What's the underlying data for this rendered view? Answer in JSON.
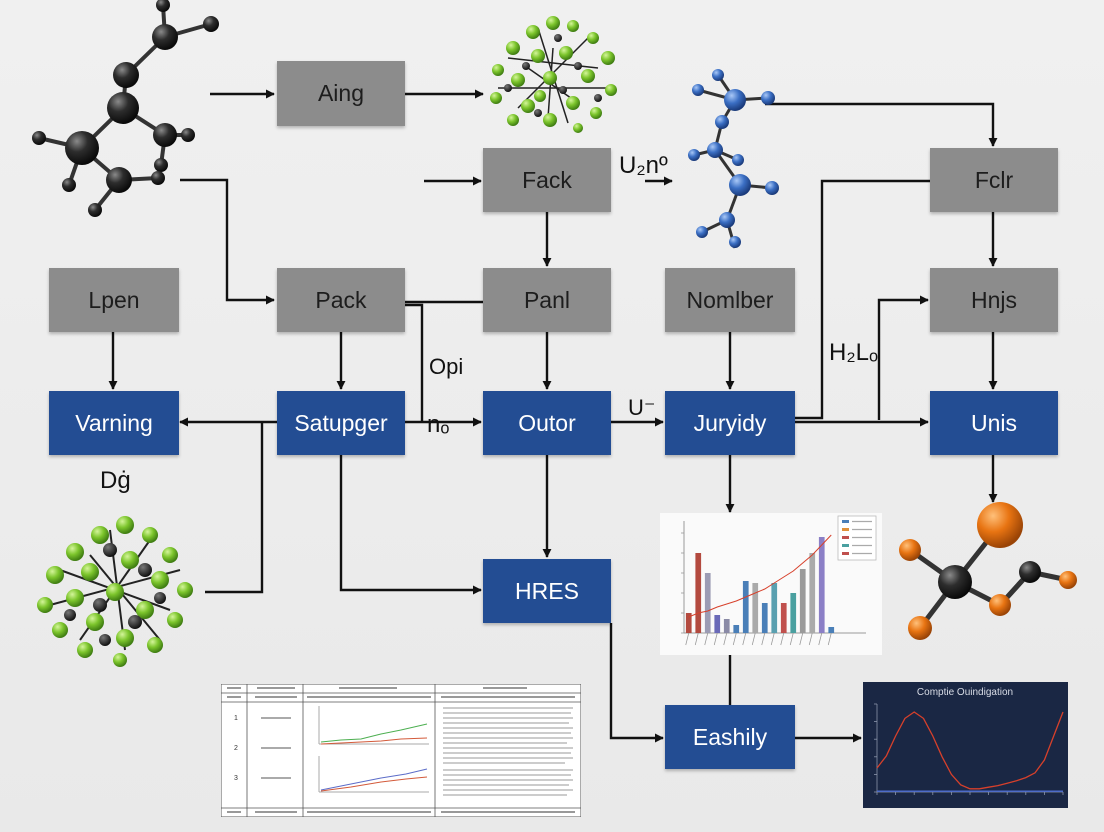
{
  "colors": {
    "gray_box": "#8c8c8c",
    "blue_box": "#234d93",
    "arrow": "#111111",
    "green_atom": "#8ad23a",
    "blue_atom": "#3b6fc4",
    "orange_atom": "#e87412",
    "dark_atom": "#2b2b2b"
  },
  "nodes": {
    "aing": "Aing",
    "fack": "Fack",
    "fclr": "Fclr",
    "lpen": "Lpen",
    "pack": "Pack",
    "panl": "Panl",
    "nomlber": "Nomlber",
    "hnjs": "Hnjs",
    "varning": "Varning",
    "satupger": "Satupger",
    "outor": "Outor",
    "juryidy": "Juryidy",
    "unis": "Unis",
    "hres": "HRES",
    "eashily": "Eashily"
  },
  "labels": {
    "u2n0": "U₂nº",
    "opi": "Opi",
    "n0": "nₒ",
    "u_minus": "U⁻",
    "h2l0": "H₂Lₒ",
    "dg": "Dġ"
  },
  "icons": [
    "dark-molecule-icon",
    "green-cluster-icon",
    "blue-chain-molecule-icon",
    "green-black-cluster-icon",
    "orange-molecule-icon"
  ],
  "bar_chart_panel": {
    "chart_data": {
      "type": "bar",
      "categories": [
        "1",
        "2",
        "3",
        "4",
        "5",
        "6",
        "7",
        "8",
        "9",
        "10",
        "11",
        "12",
        "13",
        "14",
        "15",
        "16"
      ],
      "values": [
        1,
        4,
        3,
        0.9,
        0.7,
        0.4,
        2.6,
        2.5,
        1.5,
        2.5,
        1.5,
        2.0,
        3.2,
        4.0,
        4.8,
        0.3
      ],
      "colors": [
        "#b34a3f",
        "#b34a3f",
        "#9c9cb4",
        "#6a6ab8",
        "#8a8aa6",
        "#4a7fb8",
        "#4a7fb8",
        "#aaaaaa",
        "#4a7fb8",
        "#5aa0b0",
        "#c0504d",
        "#4aa0a0",
        "#9a9a9a",
        "#aaaaaa",
        "#8b7fc6",
        "#4a7fb8"
      ],
      "trend": [
        0.8,
        1.0,
        1.1,
        1.3,
        1.45,
        1.6,
        1.8,
        2.0,
        2.2,
        2.5,
        2.8,
        3.1,
        3.5,
        3.9,
        4.4,
        4.9
      ],
      "ylim": [
        0,
        5.5
      ]
    }
  },
  "line_chart_panel": {
    "chart_data": {
      "type": "line",
      "title": "Comptie Ouindigation",
      "x": [
        0,
        1,
        2,
        3,
        4,
        5,
        6,
        7,
        8,
        9,
        10,
        11,
        12,
        13,
        14,
        15,
        16,
        17,
        18,
        19,
        20
      ],
      "series": [
        {
          "color": "#d7402b",
          "values": [
            30,
            45,
            70,
            92,
            100,
            92,
            70,
            44,
            22,
            9,
            4,
            4,
            6,
            8,
            11,
            14,
            18,
            24,
            40,
            70,
            100
          ]
        },
        {
          "color": "#4a6bd0",
          "values": [
            1,
            1,
            1,
            1,
            1,
            1,
            1,
            1,
            1,
            1,
            1,
            1,
            1,
            1,
            1,
            1,
            1,
            1,
            1,
            1,
            1
          ]
        }
      ],
      "ylim": [
        0,
        110
      ]
    }
  },
  "table_panel": {
    "columns": 4,
    "rows": 4
  }
}
